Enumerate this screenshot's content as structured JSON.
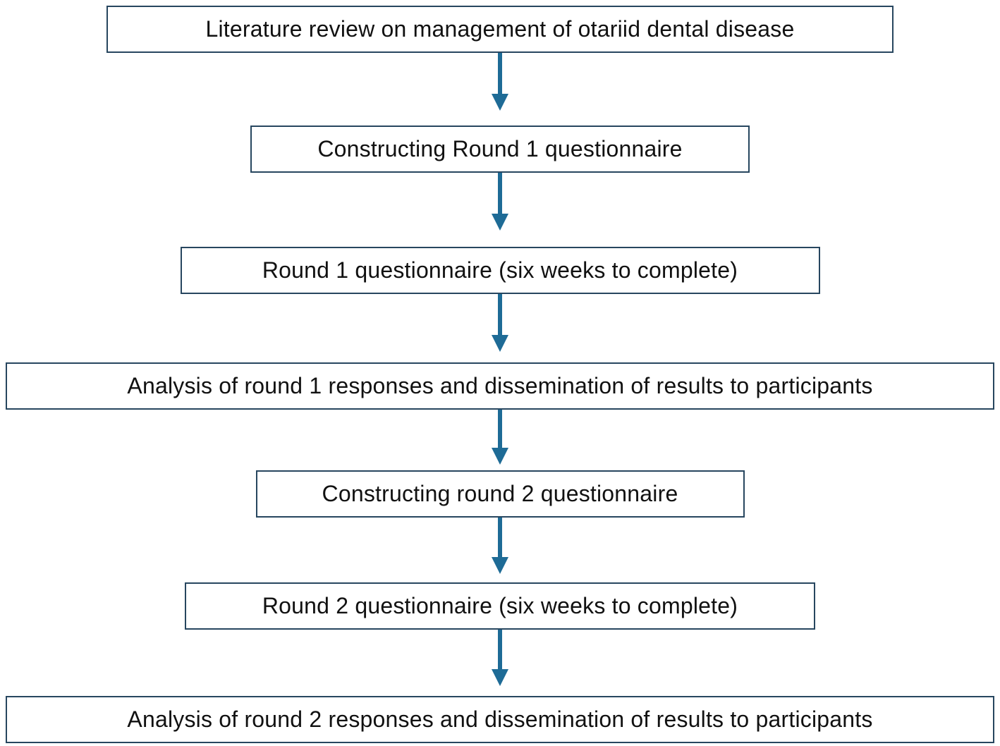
{
  "diagram": {
    "stages": [
      {
        "label": "Literature review on management of otariid dental disease"
      },
      {
        "label": "Constructing Round 1 questionnaire"
      },
      {
        "label": "Round 1 questionnaire (six weeks to complete)"
      },
      {
        "label": "Analysis of round 1 responses and dissemination of results to participants"
      },
      {
        "label": "Constructing round 2 questionnaire"
      },
      {
        "label": "Round 2 questionnaire (six weeks to complete)"
      },
      {
        "label": "Analysis of round 2 responses and dissemination of results to participants"
      }
    ],
    "connectors": [
      {
        "type": "down-arrow"
      },
      {
        "type": "down-arrow"
      },
      {
        "type": "down-arrow"
      },
      {
        "type": "down-arrow"
      },
      {
        "type": "down-arrow"
      },
      {
        "type": "down-arrow"
      }
    ],
    "colors": {
      "box_border": "#27465f",
      "arrow": "#1e6b96",
      "text": "#111111",
      "background": "#ffffff"
    }
  }
}
